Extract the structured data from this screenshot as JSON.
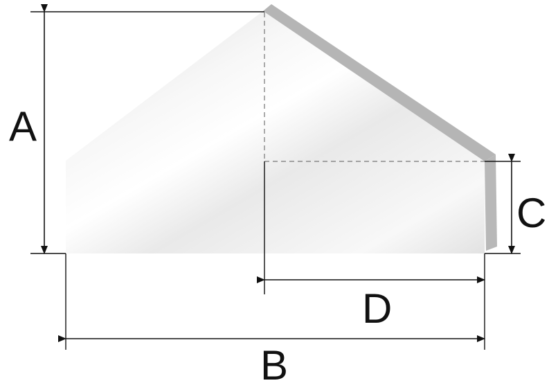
{
  "diagram": {
    "labels": {
      "a": "A",
      "b": "B",
      "c": "C",
      "d": "D"
    },
    "colors": {
      "body_light": "#fafafa",
      "body_mid": "#e4e4e4",
      "body_shade": "#c9c9c9",
      "edge": "#b5b5b5",
      "dimension_line": "#111111",
      "hidden_line": "#888888",
      "background": "#ffffff"
    }
  }
}
